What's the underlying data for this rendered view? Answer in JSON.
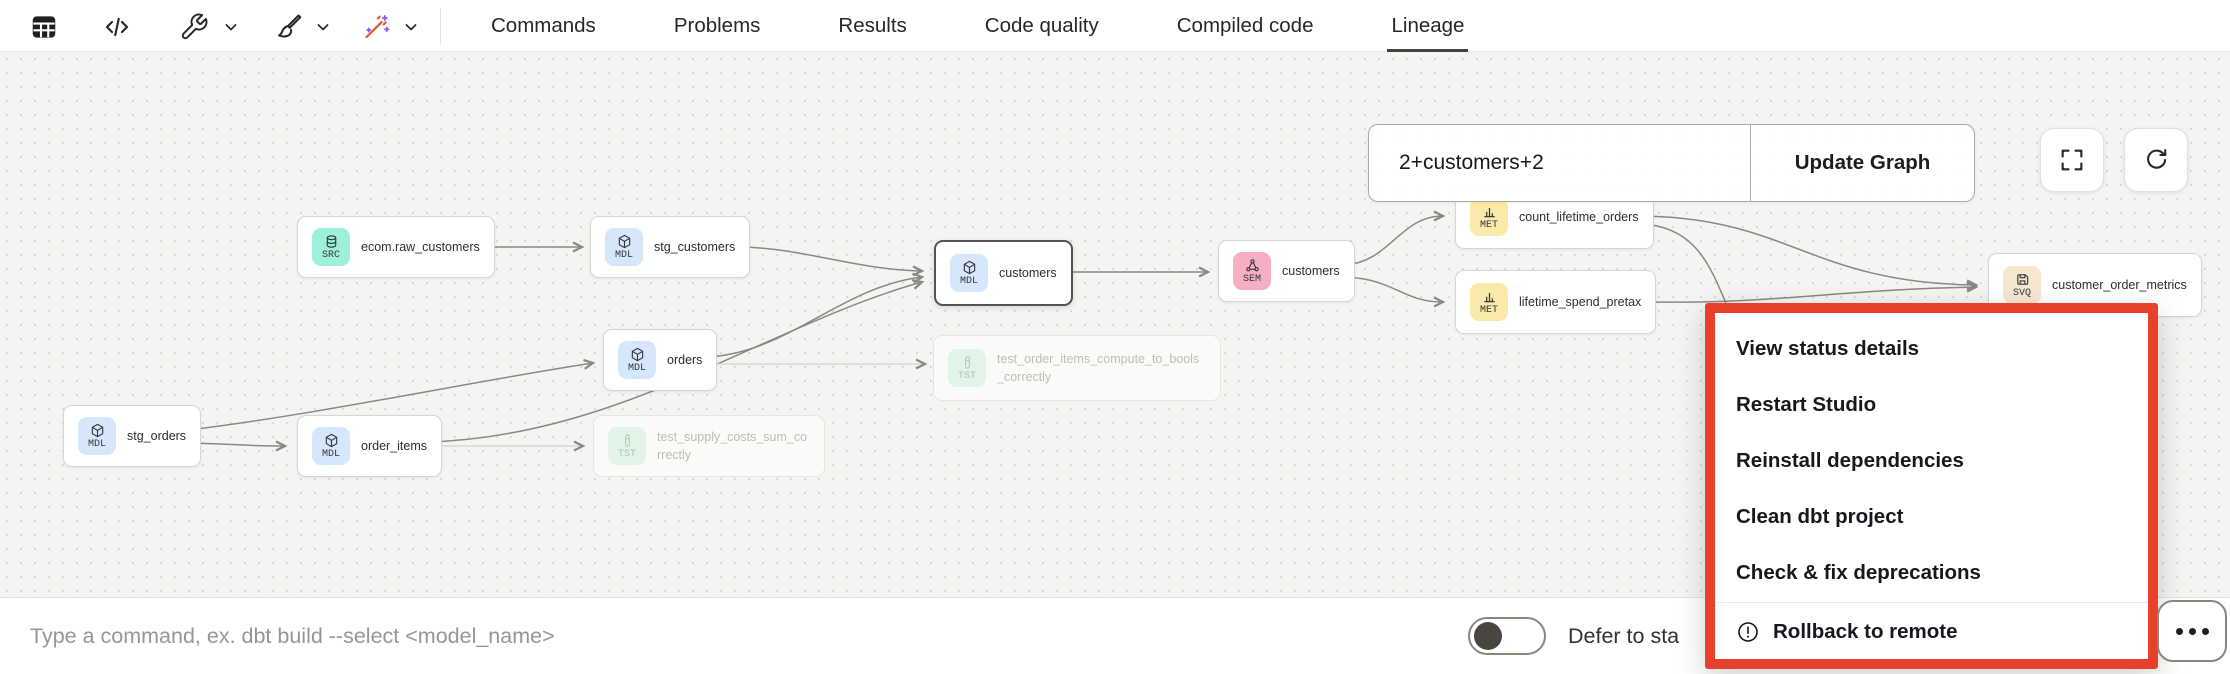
{
  "header": {
    "toolbar_icons": [
      {
        "name": "table-icon"
      },
      {
        "name": "code-icon"
      },
      {
        "name": "wrench-icon",
        "has_dropdown": true
      },
      {
        "name": "broom-icon",
        "has_dropdown": true
      },
      {
        "name": "magic-wand-icon",
        "has_dropdown": true
      }
    ],
    "tabs": [
      {
        "label": "Commands",
        "active": false
      },
      {
        "label": "Problems",
        "active": false
      },
      {
        "label": "Results",
        "active": false
      },
      {
        "label": "Code quality",
        "active": false
      },
      {
        "label": "Compiled code",
        "active": false
      },
      {
        "label": "Lineage",
        "active": true
      }
    ]
  },
  "lineage": {
    "selector": {
      "value": "2+customers+2",
      "update_button": "Update Graph"
    },
    "controls": [
      {
        "name": "fullscreen-icon"
      },
      {
        "name": "refresh-icon"
      }
    ],
    "nodes": [
      {
        "id": "ecom_raw_customers",
        "type_label": "SRC",
        "label": "ecom.raw_customers"
      },
      {
        "id": "stg_customers",
        "type_label": "MDL",
        "label": "stg_customers"
      },
      {
        "id": "customers_model",
        "type_label": "MDL",
        "label": "customers",
        "selected": true
      },
      {
        "id": "customers_semantic",
        "type_label": "SEM",
        "label": "customers"
      },
      {
        "id": "count_lifetime_orders",
        "type_label": "MET",
        "label": "count_lifetime_orders"
      },
      {
        "id": "lifetime_spend_pretax",
        "type_label": "MET",
        "label": "lifetime_spend_pretax"
      },
      {
        "id": "customer_order_metrics",
        "type_label": "SVQ",
        "label": "customer_order_metrics"
      },
      {
        "id": "orders",
        "type_label": "MDL",
        "label": "orders"
      },
      {
        "id": "stg_orders",
        "type_label": "MDL",
        "label": "stg_orders"
      },
      {
        "id": "order_items",
        "type_label": "MDL",
        "label": "order_items"
      },
      {
        "id": "test_order_items",
        "type_label": "TST",
        "label": "test_order_items_compute_to_bools_correctly",
        "faded": true
      },
      {
        "id": "test_supply_costs",
        "type_label": "TST",
        "label": "test_supply_costs_sum_correctly",
        "faded": true
      }
    ]
  },
  "status_menu": {
    "items": [
      {
        "label": "View status details"
      },
      {
        "label": "Restart Studio"
      },
      {
        "label": "Reinstall dependencies"
      },
      {
        "label": "Clean dbt project"
      },
      {
        "label": "Check & fix deprecations"
      },
      {
        "label": "Rollback to remote",
        "icon": "warning-circle-icon",
        "divider_before": true
      }
    ],
    "highlight_color": "#E8402A"
  },
  "command_bar": {
    "placeholder": "Type a command, ex. dbt build --select <model_name>",
    "defer_toggle": {
      "state": "off",
      "label": "Defer to sta"
    },
    "more_button": {
      "icon": "ellipsis-icon"
    }
  },
  "colors": {
    "badge_src": "#9FF0DA",
    "badge_mdl": "#D6E7FB",
    "badge_sem": "#F6AEC3",
    "badge_met": "#FBE9A9",
    "badge_svq": "#F6E7D0",
    "badge_tst": "#E2F3E7",
    "menu_highlight": "#E8402A",
    "canvas_bg": "#F4F4F2",
    "edge": "#8A8883"
  }
}
